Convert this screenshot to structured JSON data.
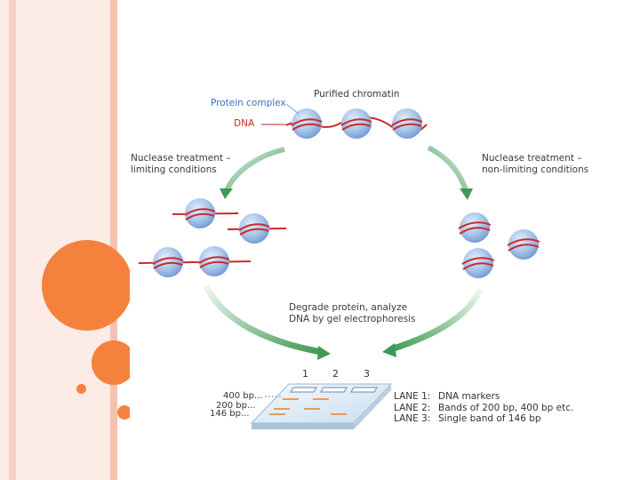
{
  "colors": {
    "stripe_outer": "#fbe3dc",
    "stripe_inner": "#f6c6b6",
    "orange": "#f5823c",
    "nucleosome_blue": "#8fb4e0",
    "dna_red": "#cc2a2a",
    "arrow_green": "#5aa86a"
  },
  "diagram": {
    "top": {
      "protein_complex": "Protein complex",
      "dna": "DNA",
      "purified_chromatin": "Purified chromatin"
    },
    "left_branch": {
      "line1": "Nuclease treatment –",
      "line2": "limiting conditions"
    },
    "right_branch": {
      "line1": "Nuclease treatment –",
      "line2": "non-limiting conditions"
    },
    "bottom": {
      "line1": "Degrade protein, analyze",
      "line2": "DNA by gel electrophoresis"
    },
    "gel": {
      "lanes": [
        "1",
        "2",
        "3"
      ],
      "bp_400": "400 bp...",
      "bp_200": "200 bp...",
      "bp_146": "146 bp..."
    },
    "legend": [
      {
        "key": "LANE 1:",
        "text": "DNA markers"
      },
      {
        "key": "LANE 2:",
        "text": "Bands of 200 bp, 400 bp etc."
      },
      {
        "key": "LANE 3:",
        "text": "Single band of 146 bp"
      }
    ]
  }
}
